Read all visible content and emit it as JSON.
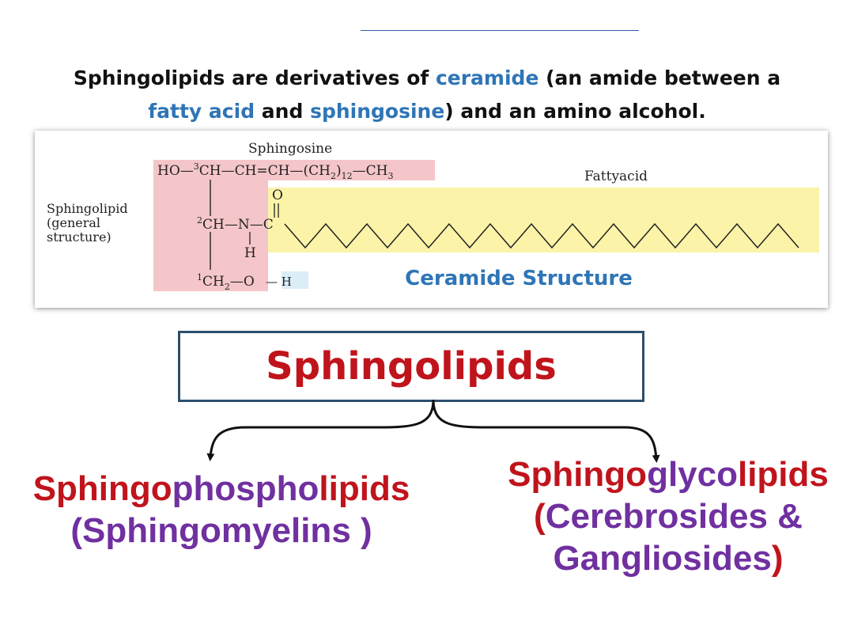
{
  "intro": {
    "part1": "Sphingolipids are derivatives of ",
    "term1": "ceramide",
    "part2": " (an amide between a",
    "term2": "fatty acid",
    "part3": " and ",
    "term3": "sphingosine",
    "part4": ") and an amino alcohol."
  },
  "structure": {
    "sphingosine_label": "Sphingosine",
    "fatty_acid_label": "Fattyacid",
    "general_label_1": "Sphingolipid",
    "general_label_2": "(general",
    "general_label_3": "structure)",
    "line1_a": "HO—",
    "line1_sup": "3",
    "line1_b": "CH—CH=CH—(CH",
    "line1_sub": "2",
    "line1_c": ")",
    "line1_sub2": "12",
    "line1_d": "—CH",
    "line1_sub3": "3",
    "line2_sup": "2",
    "line2": "CH—N—C",
    "oxygen": "O",
    "hydrogen_n": "H",
    "line3_sup": "1",
    "line3_a": "CH",
    "line3_sub": "2",
    "line3_b": "—O",
    "line3_h": "— H",
    "caption": "Ceramide Structure"
  },
  "classification": {
    "root": "Sphingolipids",
    "left": {
      "line1_a": "Sphingo",
      "line1_b": "phospho",
      "line1_c": "lipids",
      "line2": "(Sphingomyelins )"
    },
    "right": {
      "line1_a": "Sphingo",
      "line1_b": "glyco",
      "line1_c": "lipids",
      "line2_open": "(",
      "line2_text": "Cerebrosides &",
      "line3_text": "Gangliosides",
      "line3_close": ")"
    }
  },
  "colors": {
    "highlight_blue": "#2e75b6",
    "sphingolipid_red": "#c0141c",
    "purple": "#7030a0",
    "sphingosine_region": "#f5c6c9",
    "fatty_acid_region": "#fbf3a8"
  }
}
